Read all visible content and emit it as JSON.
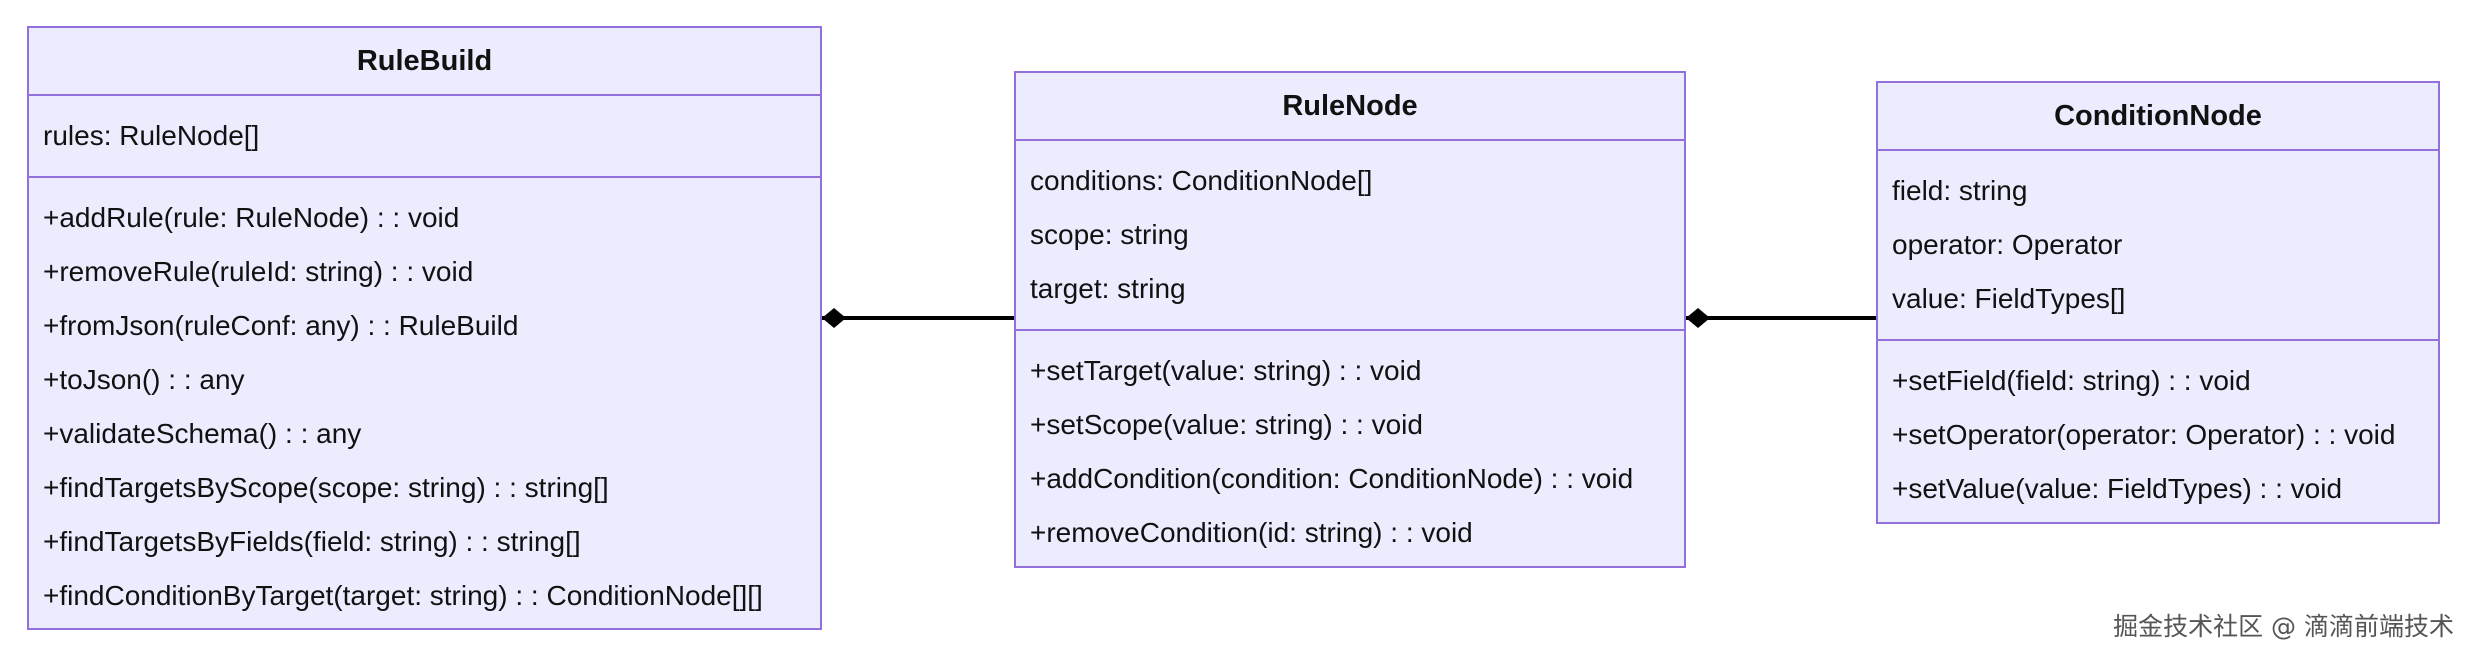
{
  "diagram": {
    "type": "uml-class-diagram",
    "relations": [
      {
        "from": "RuleBuild",
        "to": "RuleNode",
        "kind": "composition",
        "diamond_at": "RuleBuild"
      },
      {
        "from": "RuleNode",
        "to": "ConditionNode",
        "kind": "composition",
        "diamond_at": "RuleNode"
      }
    ],
    "colors": {
      "box_fill": "#ececff",
      "box_border": "#9370db",
      "line": "#000000"
    }
  },
  "classes": [
    {
      "name": "RuleBuild",
      "attributes": [
        "rules: RuleNode[]"
      ],
      "methods": [
        "+addRule(rule: RuleNode) : : void",
        "+removeRule(ruleId: string) : : void",
        "+fromJson(ruleConf: any) : : RuleBuild",
        "+toJson() : : any",
        "+validateSchema() : : any",
        "+findTargetsByScope(scope: string) : : string[]",
        "+findTargetsByFields(field: string) : : string[]",
        "+findConditionByTarget(target: string) : : ConditionNode[][]"
      ]
    },
    {
      "name": "RuleNode",
      "attributes": [
        "conditions: ConditionNode[]",
        "scope: string",
        "target: string"
      ],
      "methods": [
        "+setTarget(value: string) : : void",
        "+setScope(value: string) : : void",
        "+addCondition(condition: ConditionNode) : : void",
        "+removeCondition(id: string) : : void"
      ]
    },
    {
      "name": "ConditionNode",
      "attributes": [
        "field: string",
        "operator: Operator",
        "value: FieldTypes[]"
      ],
      "methods": [
        "+setField(field: string) : : void",
        "+setOperator(operator: Operator) : : void",
        "+setValue(value: FieldTypes) : : void"
      ]
    }
  ],
  "watermark": "掘金技术社区 @ 滴滴前端技术"
}
